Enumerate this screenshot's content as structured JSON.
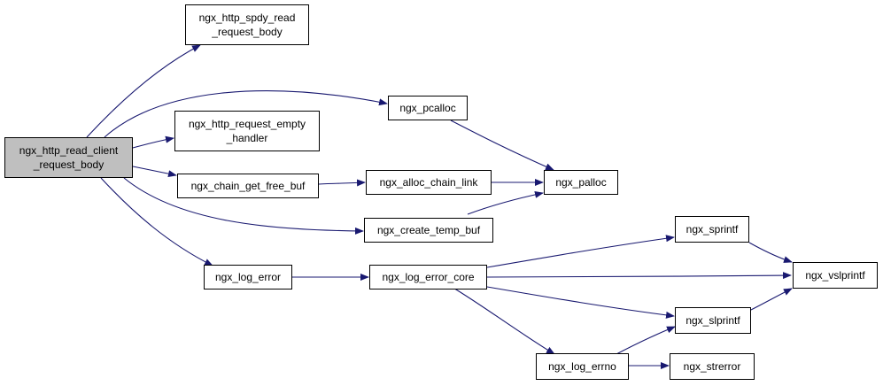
{
  "colors": {
    "edge": "#191970",
    "root_fill": "#bfbfbf",
    "node_fill": "#ffffff",
    "border": "#000000"
  },
  "nodes": {
    "root": {
      "line1": "ngx_http_read_client",
      "line2": "_request_body"
    },
    "spdy_read": {
      "line1": "ngx_http_spdy_read",
      "line2": "_request_body"
    },
    "request_empty": {
      "line1": "ngx_http_request_empty",
      "line2": "_handler"
    },
    "pcalloc": {
      "label": "ngx_pcalloc"
    },
    "chain_get_free_buf": {
      "label": "ngx_chain_get_free_buf"
    },
    "alloc_chain_link": {
      "label": "ngx_alloc_chain_link"
    },
    "palloc": {
      "label": "ngx_palloc"
    },
    "create_temp_buf": {
      "label": "ngx_create_temp_buf"
    },
    "log_error": {
      "label": "ngx_log_error"
    },
    "log_error_core": {
      "label": "ngx_log_error_core"
    },
    "sprintf": {
      "label": "ngx_sprintf"
    },
    "vslprintf": {
      "label": "ngx_vslprintf"
    },
    "slprintf": {
      "label": "ngx_slprintf"
    },
    "log_errno": {
      "label": "ngx_log_errno"
    },
    "strerror": {
      "label": "ngx_strerror"
    }
  }
}
